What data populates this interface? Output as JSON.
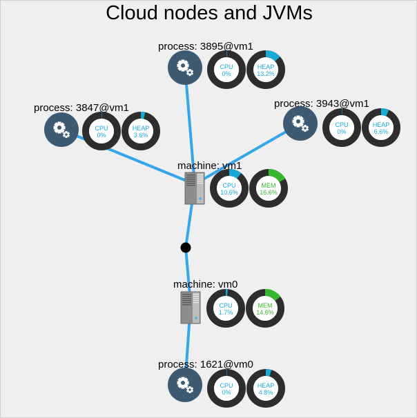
{
  "title": "Cloud nodes and JVMs",
  "colors": {
    "edge": "#35a6ec",
    "ring": "#2d2d2d",
    "cpu_text": "#18a9d6",
    "mem_text": "#35b82d",
    "process_circle": "#3d5a72",
    "bridge": "#000000"
  },
  "icons": {
    "process": "gear-icon",
    "machine": "server-icon"
  },
  "nodes": {
    "p3895": {
      "label": "process: 3895@vm1",
      "m1": {
        "name": "CPU",
        "value": "0%",
        "level": 0
      },
      "m2": {
        "name": "HEAP",
        "value": "13.2%",
        "level": 0.132
      }
    },
    "p3847": {
      "label": "process: 3847@vm1",
      "m1": {
        "name": "CPU",
        "value": "0%",
        "level": 0
      },
      "m2": {
        "name": "HEAP",
        "value": "3.6%",
        "level": 0.036
      }
    },
    "p3943": {
      "label": "process: 3943@vm1",
      "m1": {
        "name": "CPU",
        "value": "0%",
        "level": 0
      },
      "m2": {
        "name": "HEAP",
        "value": "6.6%",
        "level": 0.066
      }
    },
    "vm1": {
      "label": "machine: vm1",
      "m1": {
        "name": "CPU",
        "value": "10.6%",
        "level": 0.106
      },
      "m2": {
        "name": "MEM",
        "value": "16.6%",
        "level": 0.166
      }
    },
    "vm0": {
      "label": "machine: vm0",
      "m1": {
        "name": "CPU",
        "value": "1.7%",
        "level": 0.017
      },
      "m2": {
        "name": "MEM",
        "value": "14.6%",
        "level": 0.146
      }
    },
    "p1621": {
      "label": "process: 1621@vm0",
      "m1": {
        "name": "CPU",
        "value": "0%",
        "level": 0
      },
      "m2": {
        "name": "HEAP",
        "value": "4.8%",
        "level": 0.048
      }
    }
  }
}
